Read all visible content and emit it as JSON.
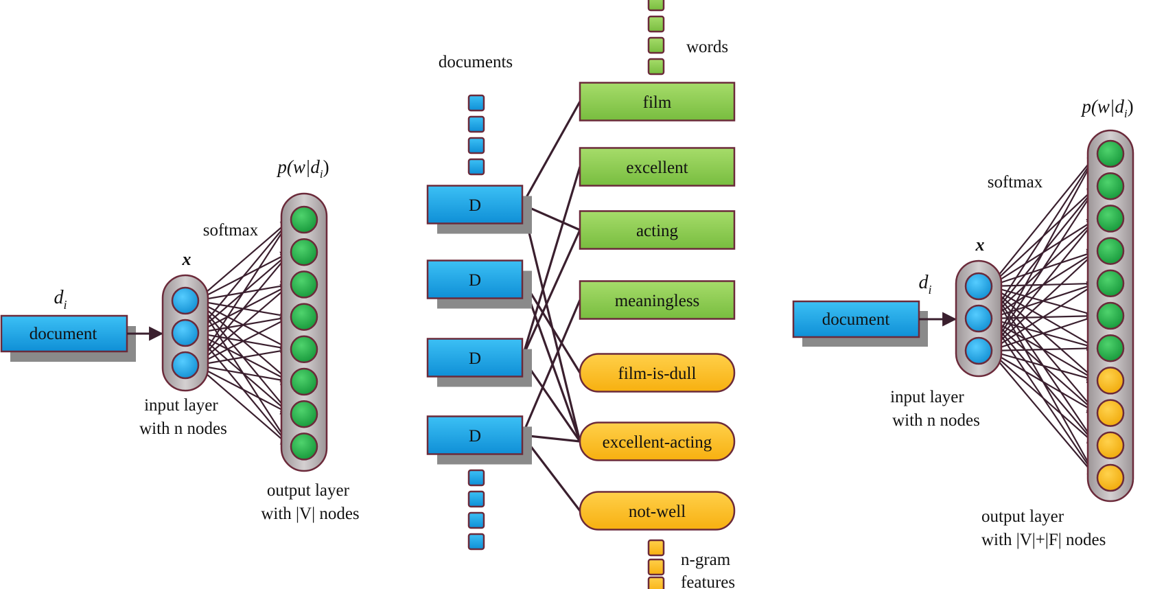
{
  "colors": {
    "blue_box": "#1aa3e6",
    "green_box": "#8ccb4f",
    "orange_box": "#fdbf1e",
    "node_green": "#22b24c",
    "node_orange": "#fbb917",
    "border": "#6b2a3a",
    "edge": "#3a1f2e",
    "shadow": "#8a8a8a",
    "layer_fill": "#b7b2b4"
  },
  "left_model": {
    "input_var": "d",
    "input_sub": "i",
    "document_label": "document",
    "hidden_var": "x",
    "softmax_label": "softmax",
    "output_prob": "p(w|d",
    "output_prob_sub": "i",
    "input_caption": [
      "input layer",
      "with n nodes"
    ],
    "output_caption": [
      "output layer",
      "with |V| nodes"
    ],
    "input_nodes": 3,
    "output_nodes": [
      "word",
      "word",
      "word",
      "word",
      "word",
      "word",
      "word",
      "word"
    ]
  },
  "middle": {
    "documents_label": "documents",
    "words_label": "words",
    "ngram_label": [
      "n-gram",
      "features"
    ],
    "doc_label": "D",
    "doc_count": 4,
    "words": [
      "film",
      "excellent",
      "acting",
      "meaningless"
    ],
    "ngrams": [
      "film-is-dull",
      "excellent-acting",
      "not-well"
    ],
    "links": [
      [
        0,
        "w",
        0
      ],
      [
        0,
        "w",
        2
      ],
      [
        0,
        "n",
        1
      ],
      [
        1,
        "n",
        0
      ],
      [
        1,
        "n",
        1
      ],
      [
        2,
        "w",
        1
      ],
      [
        2,
        "w",
        2
      ],
      [
        2,
        "n",
        1
      ],
      [
        3,
        "w",
        3
      ],
      [
        3,
        "n",
        1
      ],
      [
        3,
        "n",
        2
      ]
    ]
  },
  "right_model": {
    "input_var": "d",
    "input_sub": "i",
    "document_label": "document",
    "hidden_var": "x",
    "softmax_label": "softmax",
    "output_prob": "p(w|d",
    "output_prob_sub": "i",
    "input_caption": [
      "input layer",
      "with n nodes"
    ],
    "output_caption": [
      "output layer",
      "with |V|+|F| nodes"
    ],
    "input_nodes": 3,
    "output_nodes": [
      "word",
      "word",
      "word",
      "word",
      "word",
      "word",
      "word",
      "feature",
      "feature",
      "feature",
      "feature"
    ]
  }
}
